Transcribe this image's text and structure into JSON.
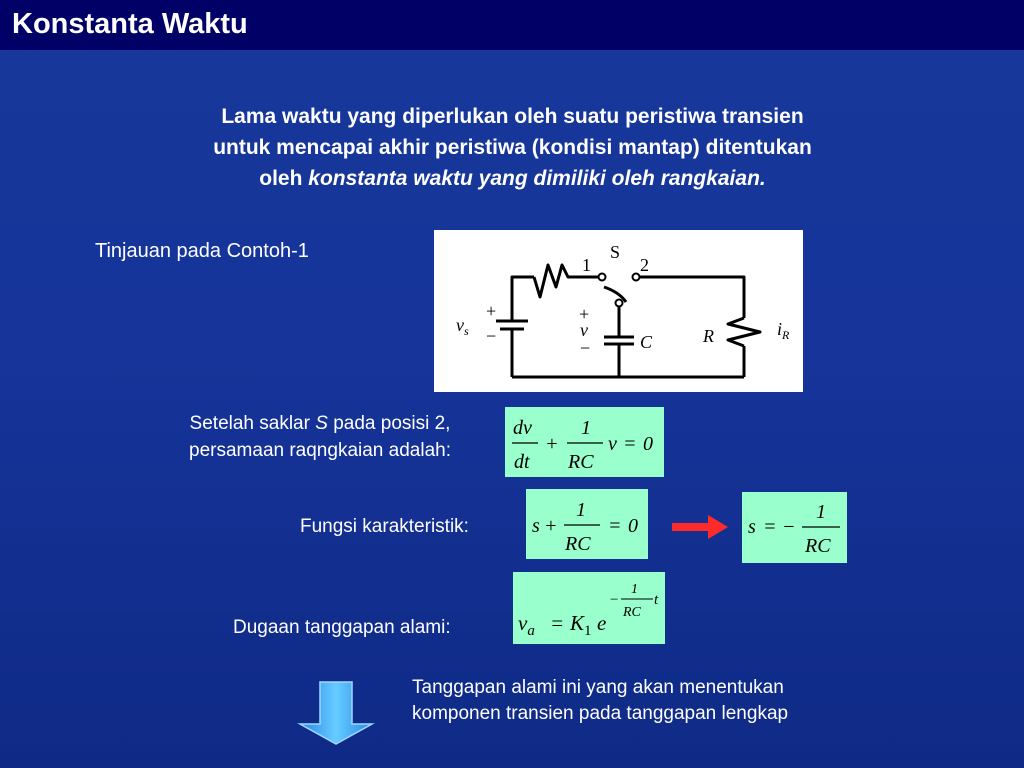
{
  "header": {
    "title": "Konstanta Waktu"
  },
  "intro": {
    "line1": "Lama waktu yang diperlukan oleh suatu peristiwa transien",
    "line2": "untuk mencapai akhir peristiwa (kondisi mantap) ditentukan",
    "line3_prefix": "oleh ",
    "line3_italic": "konstanta waktu yang dimiliki oleh rangkaian."
  },
  "review_label": "Tinjauan pada Contoh-1",
  "circuit": {
    "switch_label": "S",
    "pos1": "1",
    "pos2": "2",
    "source_plus": "+",
    "source_minus": "−",
    "source_v": "v",
    "source_sub": "s",
    "cap_plus": "+",
    "cap_v": "v",
    "cap_minus": "−",
    "cap_label": "C",
    "res_label": "R",
    "current_i": "i",
    "current_sub": "R"
  },
  "step1": {
    "line1_prefix": "Setelah saklar ",
    "line1_italic": "S",
    "line1_suffix": " pada posisi 2,",
    "line2": "persamaan raqngkaian adalah:",
    "eq": {
      "num_left": "dv",
      "den_left": "dt",
      "plus": "+",
      "num_mid": "1",
      "den_mid": "RC",
      "var": "v",
      "eq_sign": "=",
      "rhs": "0"
    }
  },
  "step2": {
    "label": "Fungsi karakteristik:",
    "eq": {
      "var": "s",
      "plus": "+",
      "num": "1",
      "den": "RC",
      "eq_sign": "=",
      "rhs": "0"
    },
    "result": {
      "var": "s",
      "eq_sign": "=",
      "minus": "−",
      "num": "1",
      "den": "RC"
    }
  },
  "step3": {
    "label": "Dugaan tanggapan alami:",
    "eq": {
      "lhs": "v",
      "lhs_sub": "a",
      "eq_sign": "=",
      "k": "K",
      "k_sub": "1",
      "e": "e",
      "exp_minus": "−",
      "exp_num": "1",
      "exp_den": "RC",
      "exp_t": "t"
    }
  },
  "closing": {
    "line1": "Tanggapan alami ini yang akan menentukan",
    "line2": "komponen transien pada tanggapan lengkap"
  },
  "colors": {
    "background": "#16349a",
    "title_bar": "#000066",
    "equation_box": "#99ffcc",
    "red_arrow": "#ff2a2a",
    "down_arrow": "#33aaff"
  }
}
